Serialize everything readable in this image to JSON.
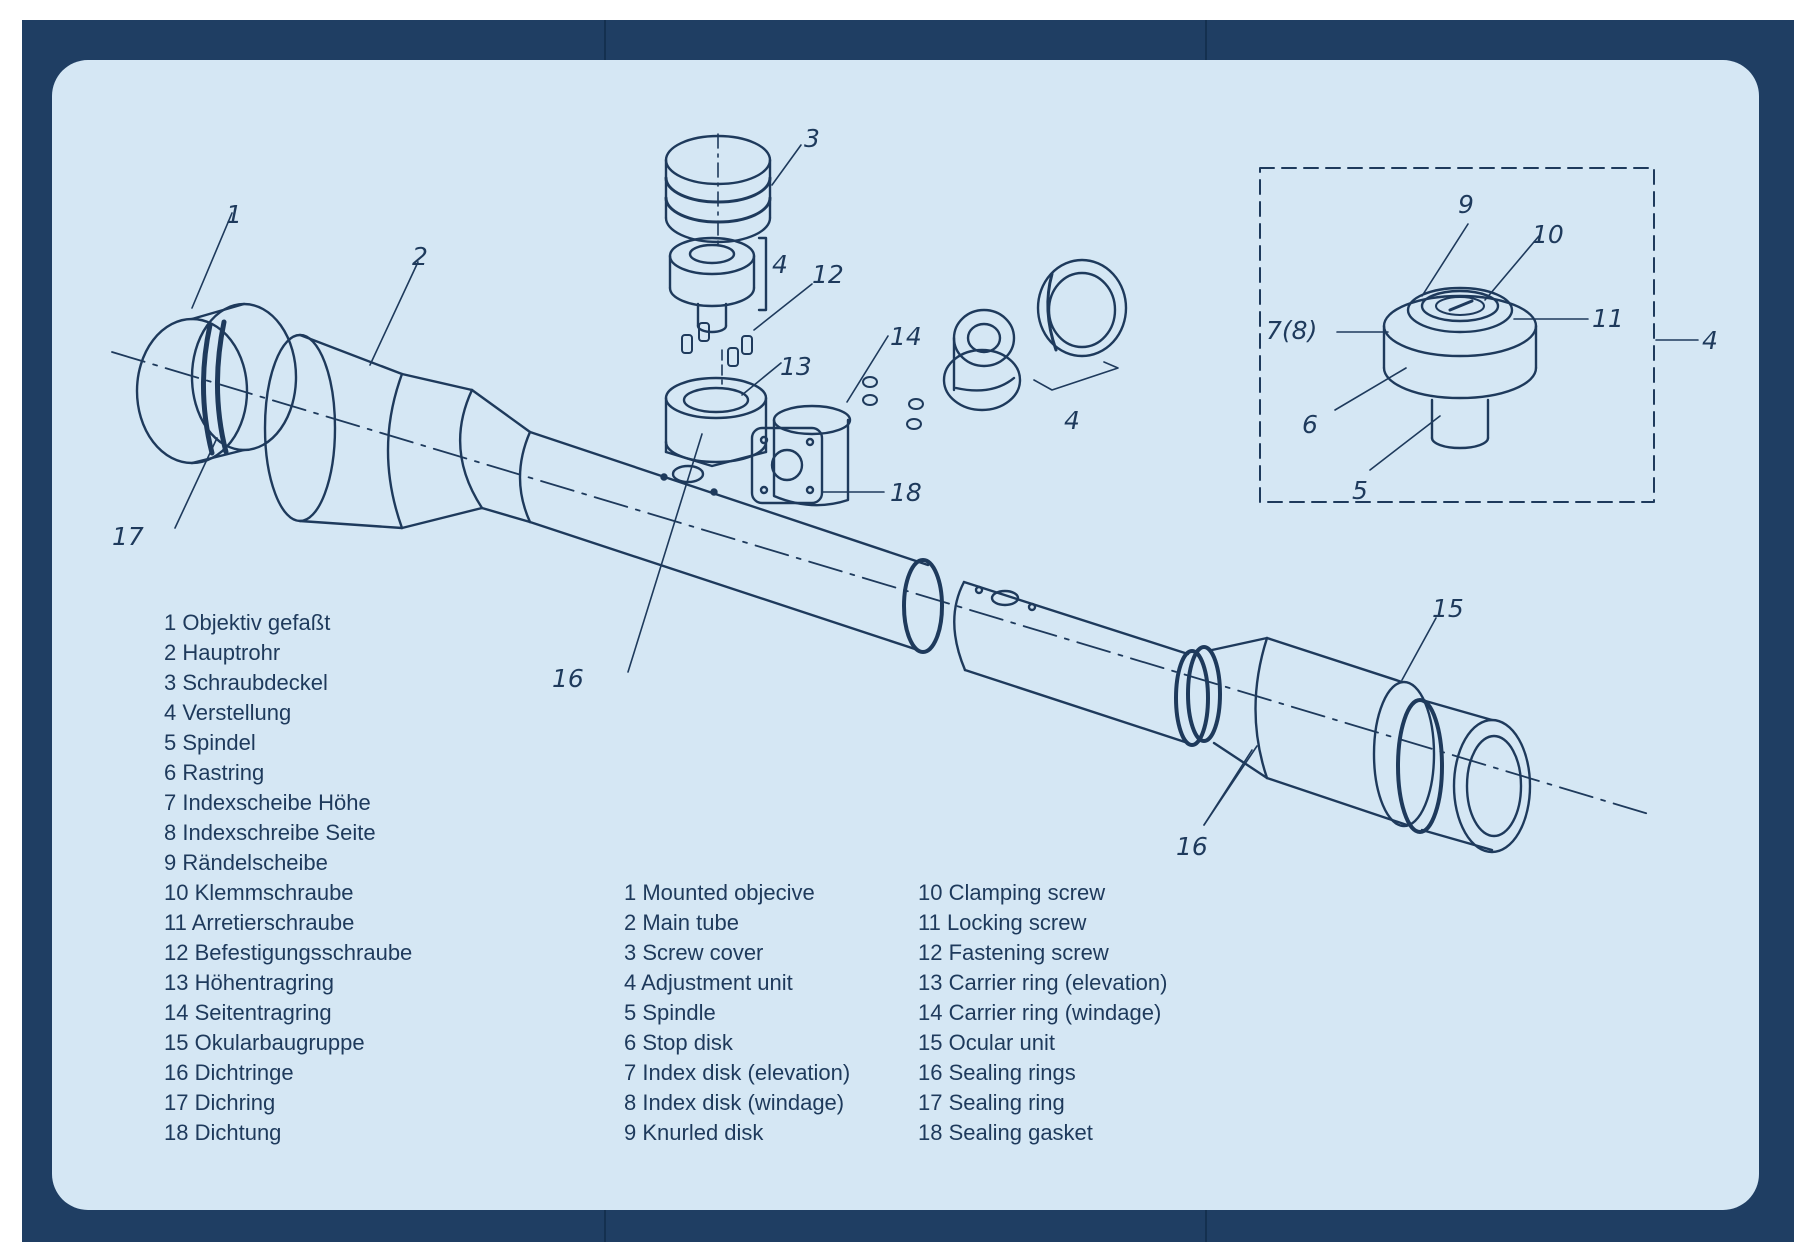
{
  "legend_de": [
    "1 Objektiv gefaßt",
    "2 Hauptrohr",
    "3 Schraubdeckel",
    "4 Verstellung",
    "5 Spindel",
    "6 Rastring",
    "7 Indexscheibe Höhe",
    "8 Indexschreibe Seite",
    "9 Rändelscheibe",
    "10 Klemmschraube",
    "11 Arretierschraube",
    "12 Befestigungsschraube",
    "13 Höhentragring",
    "14 Seitentragring",
    "15 Okularbaugruppe",
    "16 Dichtringe",
    "17 Dichring",
    "18 Dichtung"
  ],
  "legend_en": [
    "1 Mounted objecive",
    "2 Main tube",
    "3 Screw cover",
    "4 Adjustment unit",
    "5 Spindle",
    "6 Stop disk",
    "7 Index disk (elevation)",
    "8 Index disk (windage)",
    "9 Knurled disk",
    "10 Clamping screw",
    "11 Locking screw",
    "12 Fastening screw",
    "13 Carrier ring (elevation)",
    "14 Carrier ring (windage)",
    "15 Ocular unit",
    "16 Sealing rings",
    "17 Sealing ring",
    "18 Sealing gasket"
  ],
  "callouts": {
    "c1": "1",
    "c2": "2",
    "c3": "3",
    "c4a": "4",
    "c4b": "4",
    "c4c": "4",
    "c5": "5",
    "c6": "6",
    "c78": "7(8)",
    "c9": "9",
    "c10": "10",
    "c11": "11",
    "c12": "12",
    "c13": "13",
    "c14": "14",
    "c15": "15",
    "c16a": "16",
    "c16b": "16",
    "c17": "17",
    "c18": "18"
  },
  "colors": {
    "frame": "#1f3e63",
    "panel": "#d5e7f4",
    "ink": "#1e3a5c"
  }
}
